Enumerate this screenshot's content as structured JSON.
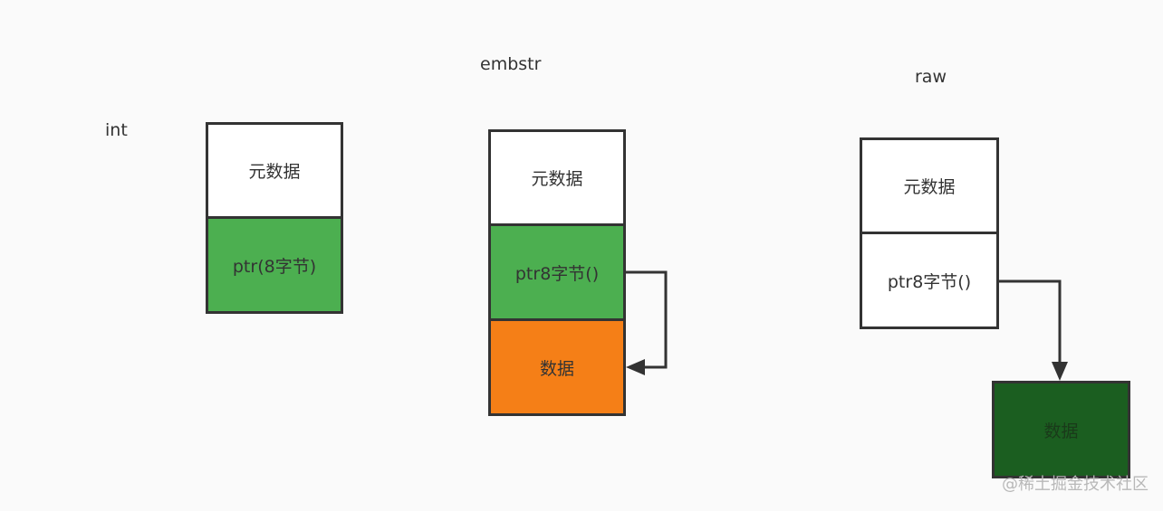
{
  "int": {
    "title": "int",
    "meta": "元数据",
    "ptr": "ptr(8字节)"
  },
  "embstr": {
    "title": "embstr",
    "meta": "元数据",
    "ptr": "ptr8字节()",
    "data": "数据"
  },
  "raw": {
    "title": "raw",
    "meta": "元数据",
    "ptr": "ptr8字节()",
    "data": "数据"
  },
  "watermark": "@稀土掘金技术社区",
  "colors": {
    "border": "#333333",
    "ptr_green": "#4caf50",
    "data_orange": "#f57f17",
    "data_dark_green": "#1b5e20",
    "meta_white": "#ffffff"
  }
}
